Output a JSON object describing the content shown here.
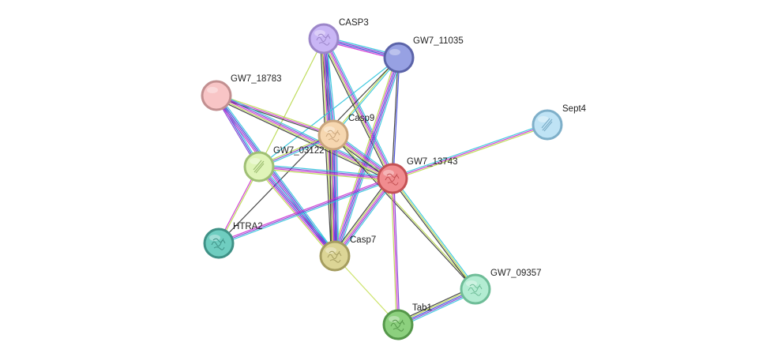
{
  "nodes": [
    {
      "id": "CASP3",
      "label": "CASP3",
      "fill": "#c9b6f5",
      "ring": "#9c86c9",
      "glyph": "protein"
    },
    {
      "id": "GW7_11035",
      "label": "GW7_11035",
      "fill": "#97a1e3",
      "ring": "#5b63a8",
      "glyph": "none"
    },
    {
      "id": "GW7_18783",
      "label": "GW7_18783",
      "fill": "#f8c5c6",
      "ring": "#c28f90",
      "glyph": "none"
    },
    {
      "id": "Casp9",
      "label": "Casp9",
      "fill": "#f6d7b0",
      "ring": "#c9a57c",
      "glyph": "protein"
    },
    {
      "id": "Sept4",
      "label": "Sept4",
      "fill": "#bfe3f5",
      "ring": "#7eafc9",
      "glyph": "helix"
    },
    {
      "id": "GW7_03122",
      "label": "GW7_03122",
      "fill": "#dff4b8",
      "ring": "#9fbf74",
      "glyph": "helix"
    },
    {
      "id": "GW7_13743",
      "label": "GW7_13743",
      "fill": "#f08c8f",
      "ring": "#c45154",
      "glyph": "protein"
    },
    {
      "id": "HTRA2",
      "label": "HTRA2",
      "fill": "#6fcdc0",
      "ring": "#3f9186",
      "glyph": "protein"
    },
    {
      "id": "Casp7",
      "label": "Casp7",
      "fill": "#dcd596",
      "ring": "#a59d5f",
      "glyph": "protein"
    },
    {
      "id": "GW7_09357",
      "label": "GW7_09357",
      "fill": "#b3ecd2",
      "ring": "#6fbd98",
      "glyph": "protein"
    },
    {
      "id": "Tab1",
      "label": "Tab1",
      "fill": "#8cd07e",
      "ring": "#55974a",
      "glyph": "protein"
    }
  ],
  "evidence_colors": {
    "cyan": "#2ec4dc",
    "purple": "#7a3ad0",
    "magenta": "#cc2fd0",
    "blue": "#3a43d8",
    "green": "#b8d84a",
    "black": "#333333",
    "lightgreen": "#c6e05a"
  },
  "edges": [
    {
      "a": "CASP3",
      "b": "GW7_11035",
      "types": [
        "cyan",
        "purple",
        "blue",
        "magenta"
      ]
    },
    {
      "a": "CASP3",
      "b": "Casp9",
      "types": [
        "cyan",
        "purple",
        "blue",
        "green",
        "black"
      ]
    },
    {
      "a": "CASP3",
      "b": "GW7_13743",
      "types": [
        "cyan",
        "purple",
        "magenta",
        "green",
        "black"
      ]
    },
    {
      "a": "CASP3",
      "b": "Casp7",
      "types": [
        "cyan",
        "purple",
        "blue",
        "magenta",
        "green",
        "black"
      ]
    },
    {
      "a": "CASP3",
      "b": "GW7_03122",
      "types": [
        "green"
      ]
    },
    {
      "a": "GW7_11035",
      "b": "Casp9",
      "types": [
        "cyan",
        "green"
      ]
    },
    {
      "a": "GW7_11035",
      "b": "GW7_13743",
      "types": [
        "blue",
        "black"
      ]
    },
    {
      "a": "GW7_11035",
      "b": "Casp7",
      "types": [
        "cyan",
        "purple",
        "blue",
        "magenta",
        "green"
      ]
    },
    {
      "a": "GW7_11035",
      "b": "GW7_03122",
      "types": [
        "cyan"
      ]
    },
    {
      "a": "GW7_11035",
      "b": "HTRA2",
      "types": [
        "black"
      ]
    },
    {
      "a": "GW7_18783",
      "b": "Casp9",
      "types": [
        "green",
        "magenta",
        "black"
      ]
    },
    {
      "a": "GW7_18783",
      "b": "GW7_13743",
      "types": [
        "cyan",
        "purple",
        "magenta",
        "green",
        "black"
      ]
    },
    {
      "a": "GW7_18783",
      "b": "GW7_03122",
      "types": [
        "cyan",
        "blue",
        "purple"
      ]
    },
    {
      "a": "GW7_18783",
      "b": "Casp7",
      "types": [
        "cyan",
        "blue",
        "purple",
        "magenta"
      ]
    },
    {
      "a": "Casp9",
      "b": "GW7_13743",
      "types": [
        "cyan",
        "purple",
        "magenta",
        "green",
        "black"
      ]
    },
    {
      "a": "Casp9",
      "b": "Casp7",
      "types": [
        "cyan",
        "purple",
        "blue",
        "magenta",
        "green",
        "black"
      ]
    },
    {
      "a": "Casp9",
      "b": "GW7_03122",
      "types": [
        "cyan",
        "purple",
        "green"
      ]
    },
    {
      "a": "Casp9",
      "b": "GW7_09357",
      "types": [
        "green",
        "black"
      ]
    },
    {
      "a": "Sept4",
      "b": "GW7_13743",
      "types": [
        "green",
        "magenta",
        "cyan"
      ]
    },
    {
      "a": "GW7_03122",
      "b": "GW7_13743",
      "types": [
        "cyan",
        "purple",
        "magenta",
        "green"
      ]
    },
    {
      "a": "GW7_03122",
      "b": "Casp7",
      "types": [
        "cyan",
        "purple",
        "blue",
        "magenta",
        "green"
      ]
    },
    {
      "a": "GW7_03122",
      "b": "HTRA2",
      "types": [
        "green",
        "magenta"
      ]
    },
    {
      "a": "GW7_13743",
      "b": "HTRA2",
      "types": [
        "cyan",
        "purple",
        "magenta"
      ]
    },
    {
      "a": "GW7_13743",
      "b": "Casp7",
      "types": [
        "cyan",
        "purple",
        "magenta",
        "green",
        "black"
      ]
    },
    {
      "a": "GW7_13743",
      "b": "GW7_09357",
      "types": [
        "cyan",
        "green",
        "black"
      ]
    },
    {
      "a": "GW7_13743",
      "b": "Tab1",
      "types": [
        "purple",
        "magenta",
        "green"
      ]
    },
    {
      "a": "Casp7",
      "b": "Tab1",
      "types": [
        "lightgreen"
      ]
    },
    {
      "a": "GW7_09357",
      "b": "Tab1",
      "types": [
        "cyan",
        "purple",
        "blue",
        "green",
        "black"
      ]
    }
  ]
}
